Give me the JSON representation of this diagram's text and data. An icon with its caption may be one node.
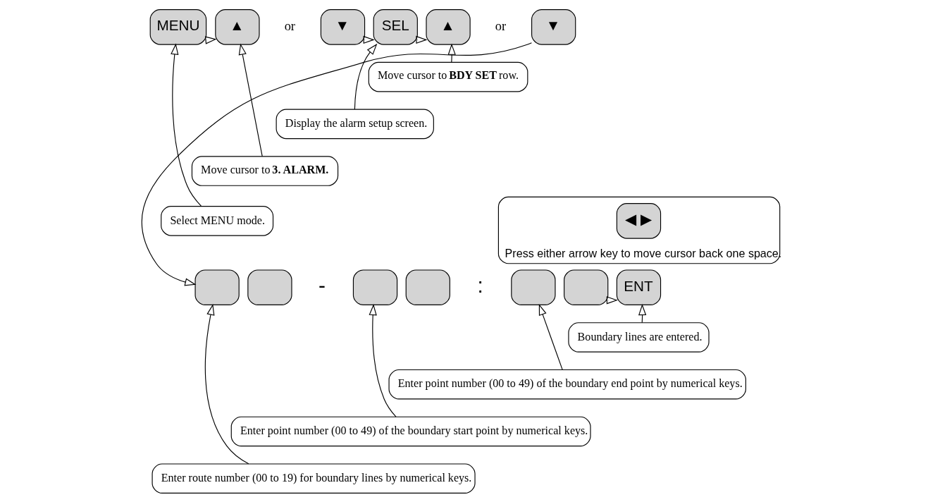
{
  "diagram": {
    "nodes": [
      {
        "text": [
          "MENU"
        ]
      },
      {
        "text": [
          "▲"
        ]
      },
      {
        "text": [
          "▼"
        ]
      },
      {
        "text": [
          "SEL"
        ]
      },
      {
        "text": [
          "▲"
        ]
      },
      {
        "text": [
          "▼"
        ]
      },
      {
        "text": [],
        "shape": "box"
      },
      {
        "text": [],
        "shape": "box"
      },
      {
        "text": [],
        "shape": "box"
      },
      {
        "text": [],
        "shape": "box"
      },
      {
        "text": [],
        "shape": "box"
      },
      {
        "text": [],
        "shape": "box"
      },
      {
        "text": [
          "ENT"
        ]
      },
      {
        "text": [
          "Select MENU mode."
        ]
      },
      {
        "text": [
          "Move cursor to **3. ALARM.**"
        ]
      },
      {
        "text": [
          "Display the alarm setup screen."
        ]
      },
      {
        "text": [
          "Move cursor to **BDY SET** row."
        ]
      },
      {
        "text": [
          "Boundary lines are entered."
        ]
      },
      {
        "text": [
          "Enter point number (00 to 49) of the boundary end point by numerical keys."
        ]
      },
      {
        "text": [
          "Enter point number (00 to 49) of the boundary start point by numerical keys."
        ]
      },
      {
        "text": [
          "Enter route number (00 to 19) for boundary lines by numerical keys."
        ]
      },
      {
        "text": [
          "Press either arrow key to move cursor back one space."
        ]
      },
      {
        "text": [
          "◀ ▶"
        ],
        "in": 21
      }
    ],
    "edges": [
      {
        "from": 0,
        "to": 1,
        "arrow": "to"
      },
      {
        "from": 2,
        "to": 3,
        "arrow": "to"
      },
      {
        "from": 3,
        "to": 4,
        "arrow": "to"
      },
      {
        "from": 5,
        "to": 6,
        "arrow": "to"
      },
      {
        "from": 11,
        "to": 12,
        "arrow": "to"
      },
      {
        "from": 13,
        "to": 0,
        "arrow": "to"
      },
      {
        "from": 14,
        "to": 1,
        "arrow": "to"
      },
      {
        "from": 15,
        "to": 3,
        "arrow": "to"
      },
      {
        "from": 16,
        "to": 4,
        "arrow": "to"
      },
      {
        "from": 17,
        "to": 12,
        "arrow": "to"
      },
      {
        "from": 18,
        "to": 10,
        "arrow": "to"
      },
      {
        "from": 19,
        "to": 8,
        "arrow": "to"
      },
      {
        "from": 20,
        "to": 6,
        "arrow": "to"
      }
    ],
    "labels": [
      "or",
      "or",
      "-",
      ":"
    ]
  }
}
